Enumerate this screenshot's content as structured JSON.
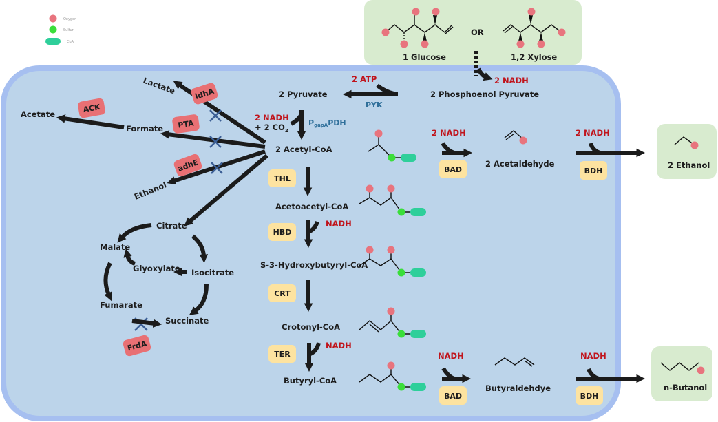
{
  "legend": {
    "oxygen": "Oxygen",
    "sulfur": "Sulfur",
    "coa": "CoA"
  },
  "colors": {
    "cell_fill": "#bcd4ea",
    "cell_border": "#a6bff0",
    "green_box": "#d8ebcf",
    "oxygen": "#e8747e",
    "sulfur": "#3ade3a",
    "coa": "#2ecf9a",
    "enzyme_yellow": "#fde3a0",
    "enzyme_red": "#e87074",
    "cofactor_red": "#c0141c",
    "blue_label": "#2f6f9a"
  },
  "substrates": {
    "glucose": "1 Glucose",
    "or": "OR",
    "xylose": "1,2 Xylose"
  },
  "metabolites": {
    "pep": "2 Phosphoenol Pyruvate",
    "pyruvate": "2 Pyruvate",
    "acetyl_coa": "2 Acetyl-CoA",
    "acetoacetyl_coa": "Acetoacetyl-CoA",
    "hydroxybutyryl_coa": "S-3-Hydroxybutyryl-CoA",
    "crotonyl_coa": "Crotonyl-CoA",
    "butyryl_coa": "Butyryl-CoA",
    "acetaldehyde": "2 Acetaldehyde",
    "butyraldehyde": "Butyraldehdye",
    "lactate": "Lactate",
    "acetate": "Acetate",
    "formate": "Formate",
    "ethanol_side": "Ethanol",
    "citrate": "Citrate",
    "malate": "Malate",
    "glyoxylate": "Glyoxylate",
    "isocitrate": "Isocitrate",
    "fumarate": "Fumarate",
    "succinate": "Succinate"
  },
  "products": {
    "ethanol": "2 Ethanol",
    "butanol": "n-Butanol"
  },
  "cofactors": {
    "nadh_pep": "2 NADH",
    "atp": "2 ATP",
    "nadh_pdh": "2 NADH",
    "co2": "+ 2 CO",
    "co2_sub": "2",
    "nadh_bad1": "2 NADH",
    "nadh_bdh1": "2 NADH",
    "nadh_hbd": "NADH",
    "nadh_ter": "NADH",
    "nadh_bad2": "NADH",
    "nadh_bdh2": "NADH"
  },
  "enzymes": {
    "pyk": "PYK",
    "pdh_p": "P",
    "pdh_sub": "gapA",
    "pdh": "PDH",
    "thl": "THL",
    "hbd": "HBD",
    "crt": "CRT",
    "ter": "TER",
    "bad1": "BAD",
    "bdh1": "BDH",
    "bad2": "BAD",
    "bdh2": "BDH",
    "ldha": "ldhA",
    "ack": "ACK",
    "pta": "PTA",
    "adhe": "adhE",
    "frda": "FrdA"
  }
}
